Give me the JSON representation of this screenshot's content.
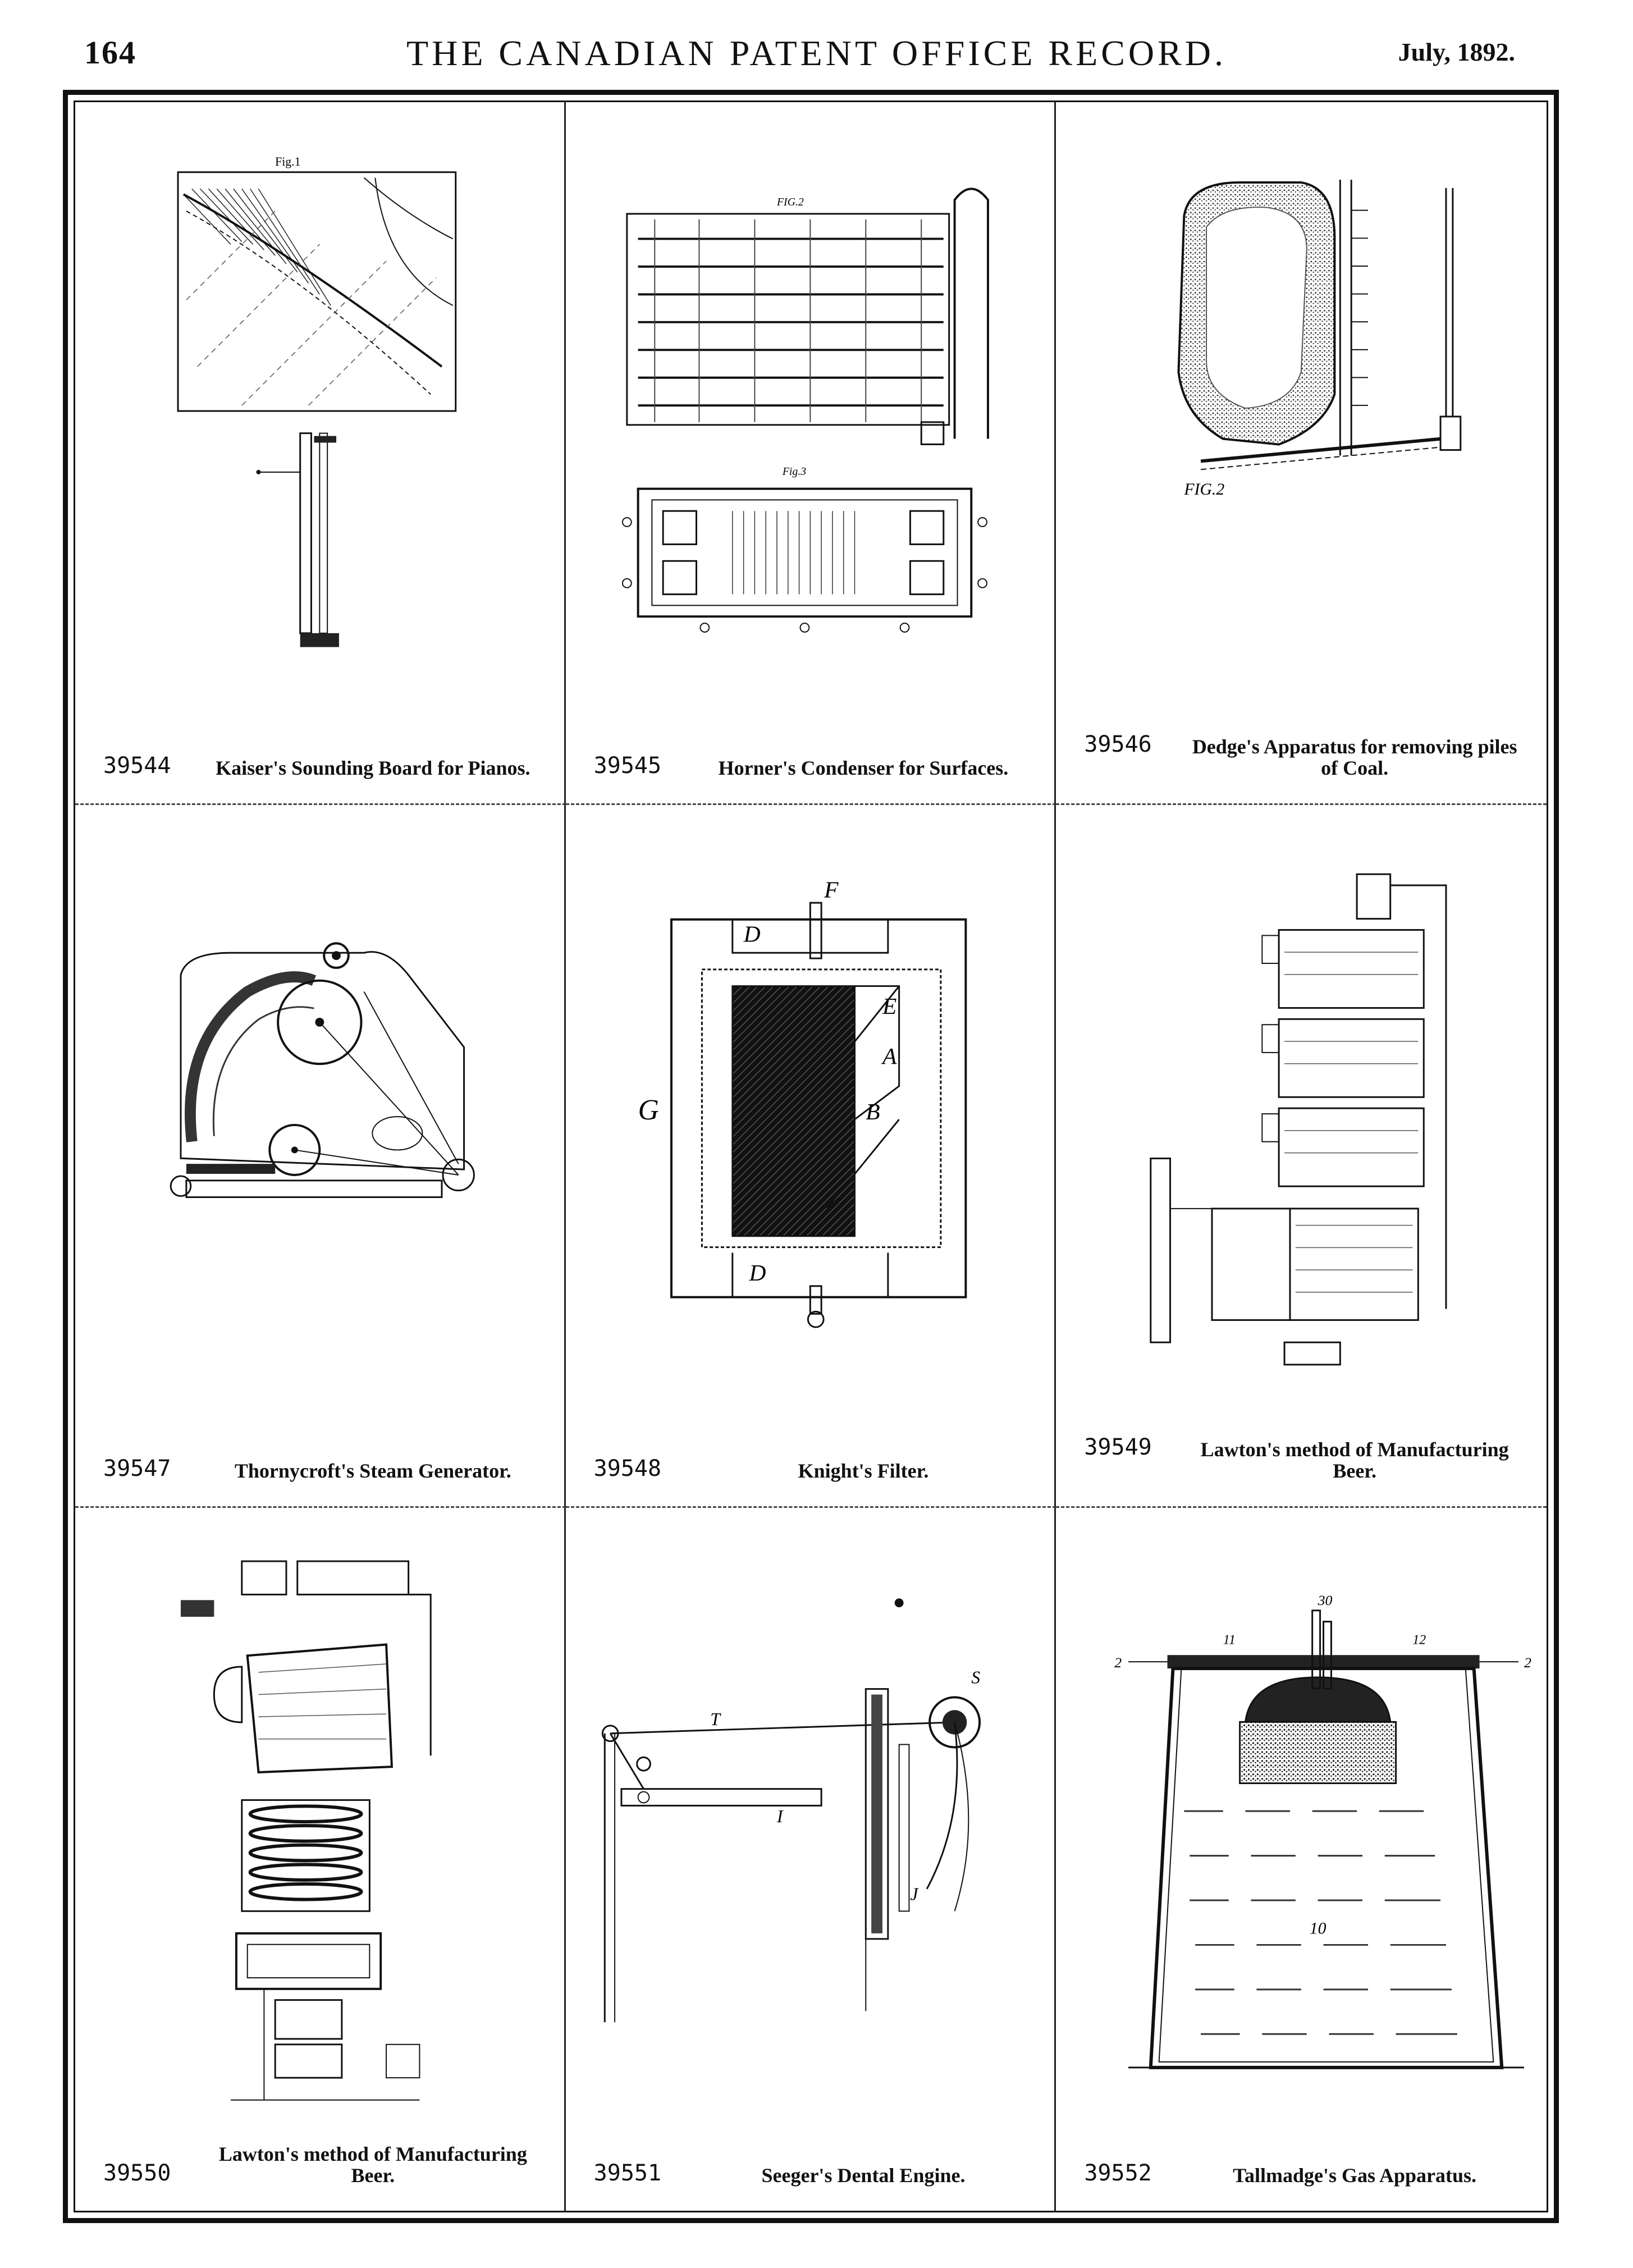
{
  "header": {
    "page_number": "164",
    "title": "THE CANADIAN PATENT OFFICE RECORD.",
    "date": "July, 1892."
  },
  "patents": [
    {
      "number": "39544",
      "title": "Kaiser's Sounding Board for Pianos."
    },
    {
      "number": "39545",
      "title": "Horner's Condenser for Surfaces."
    },
    {
      "number": "39546",
      "title": "Dedge's Apparatus for removing piles of Coal."
    },
    {
      "number": "39547",
      "title": "Thornycroft's Steam Generator."
    },
    {
      "number": "39548",
      "title": "Knight's Filter."
    },
    {
      "number": "39549",
      "title": "Lawton's method of Manufacturing Beer."
    },
    {
      "number": "39550",
      "title": "Lawton's method of Manufacturing Beer."
    },
    {
      "number": "39551",
      "title": "Seeger's Dental Engine."
    },
    {
      "number": "39552",
      "title": "Tallmadge's Gas Apparatus."
    }
  ],
  "figure_labels": {
    "fig1": "Fig.1",
    "fig2": "FIG.2",
    "fig3": "Fig.3",
    "knight_F": "F",
    "knight_D": "D",
    "knight_E": "E",
    "knight_A": "A",
    "knight_B": "B",
    "knight_G": "G",
    "tall_30": "30",
    "tall_10": "10",
    "tall_2": "2",
    "tall_11": "11",
    "tall_12": "12",
    "seeger_T": "T",
    "seeger_I": "I",
    "seeger_S": "S",
    "seeger_J": "J"
  }
}
